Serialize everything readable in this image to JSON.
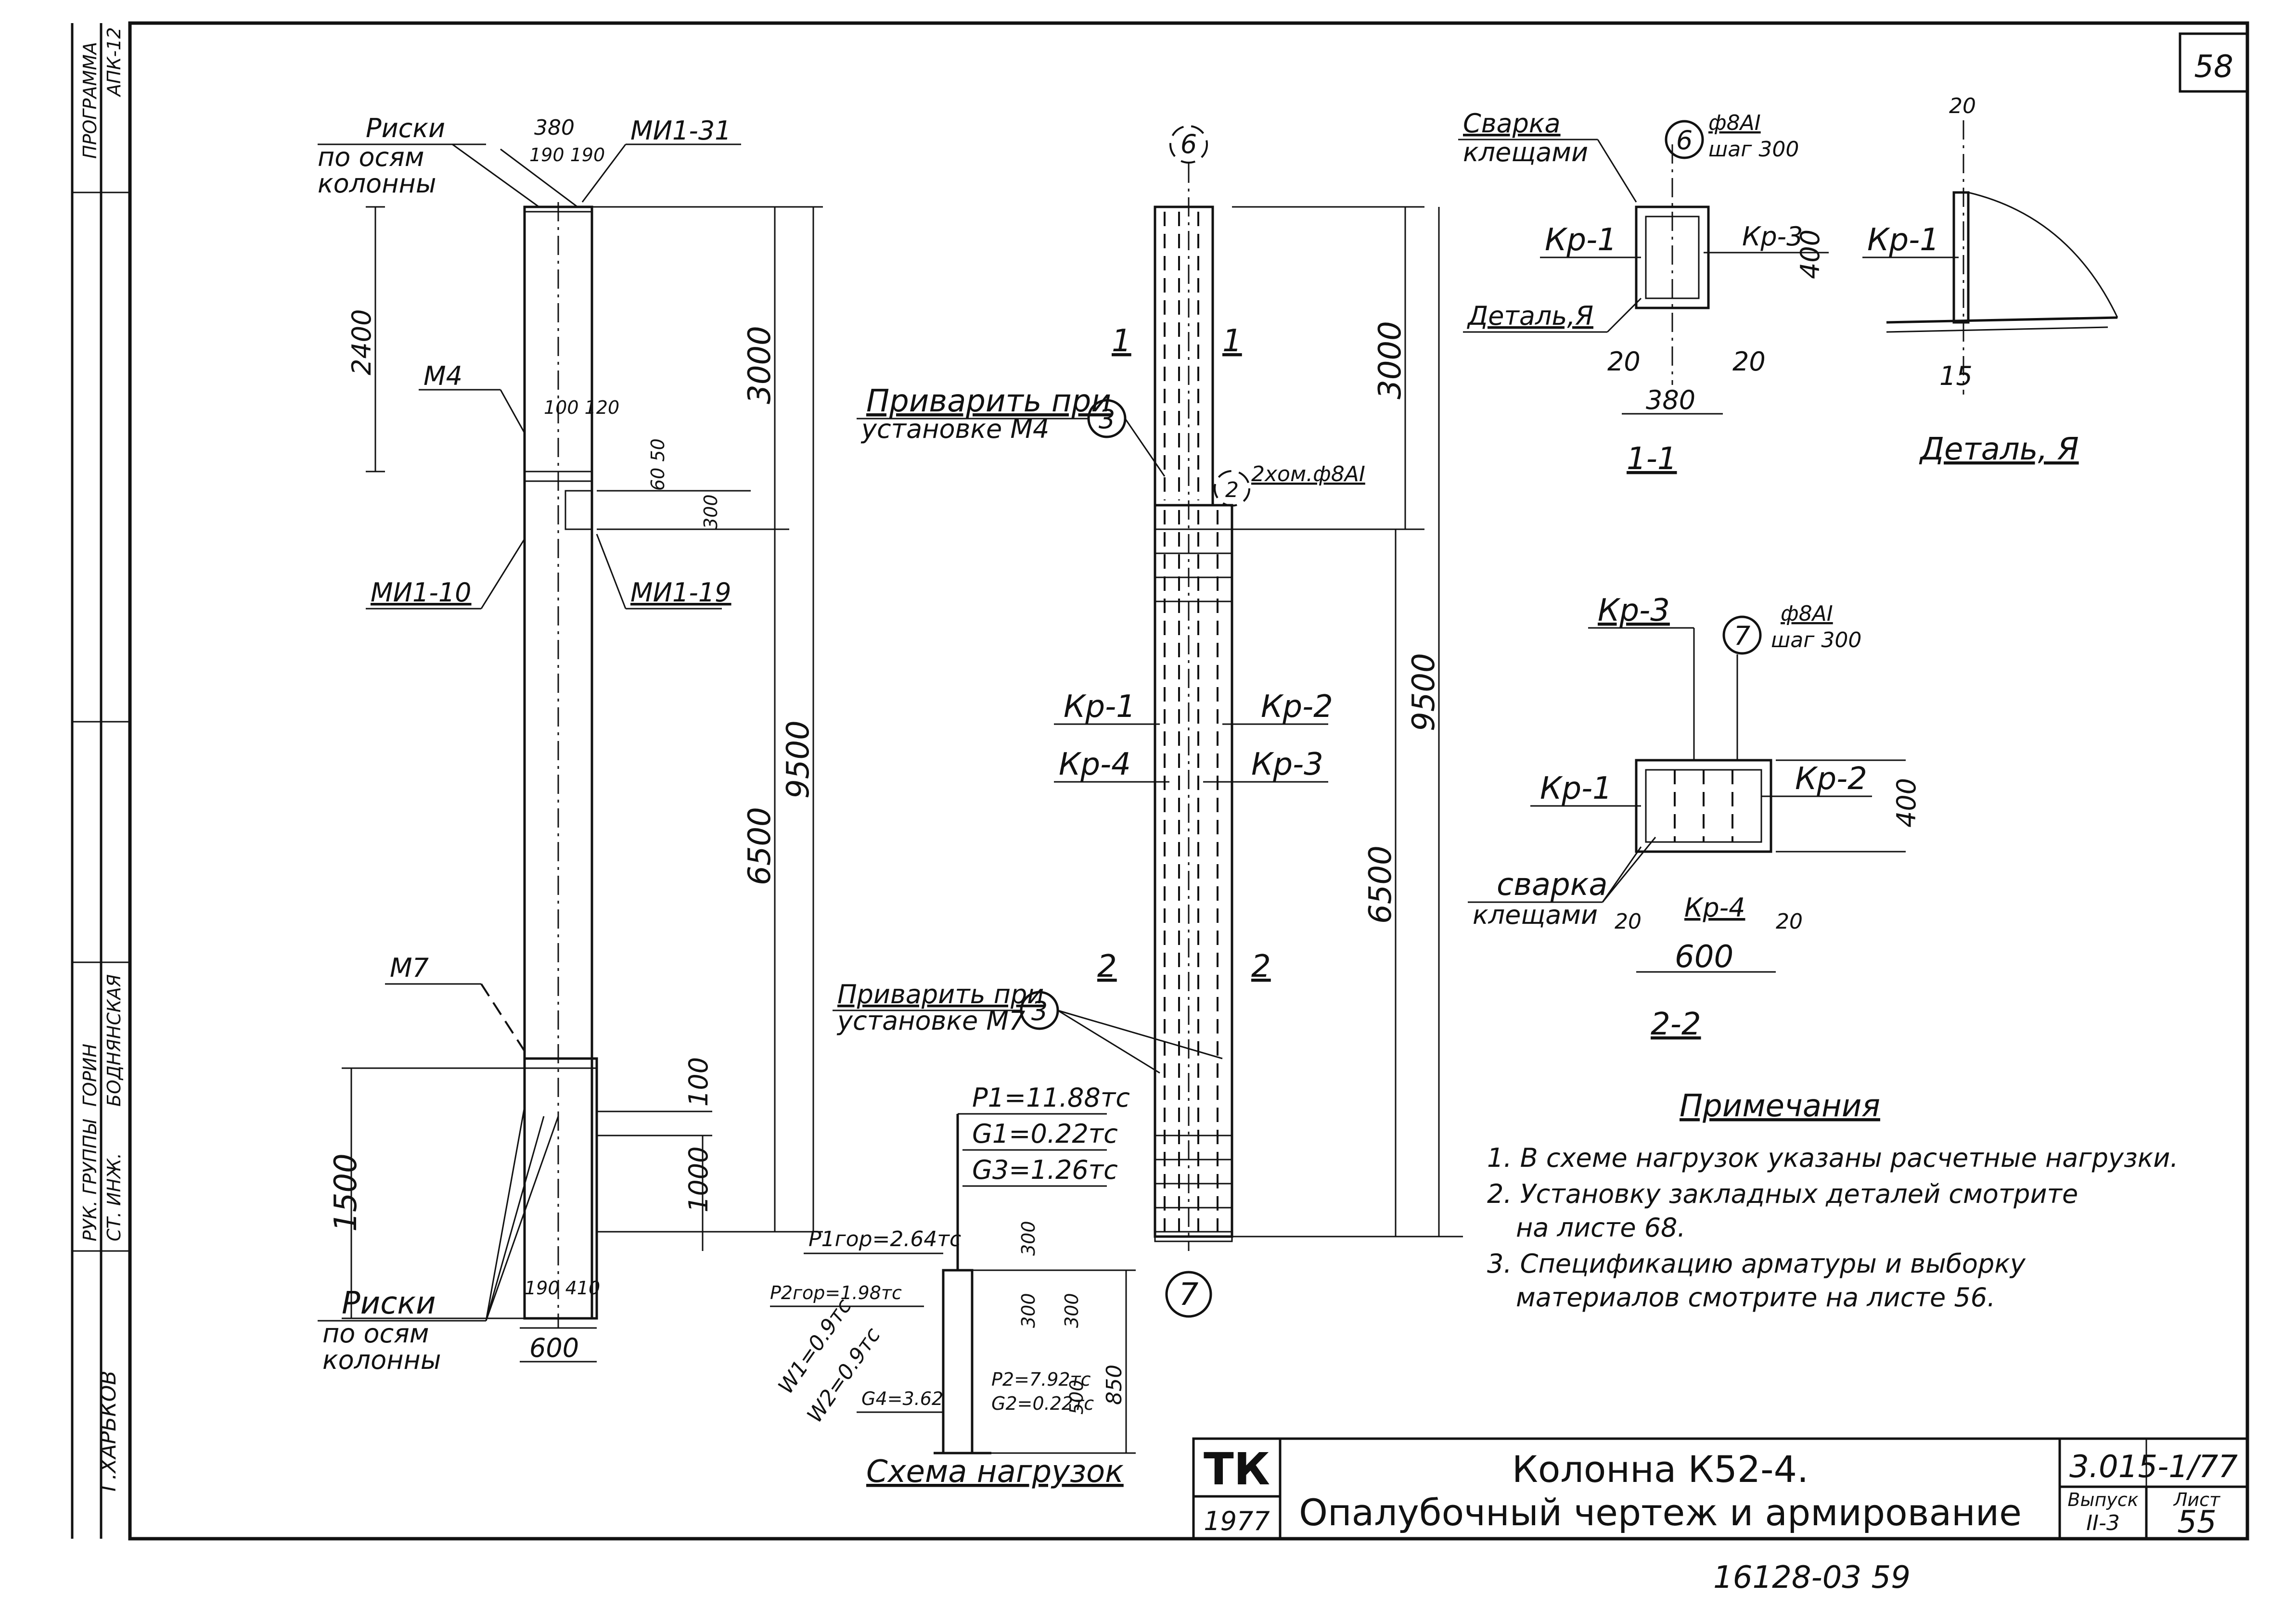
{
  "sheet_number": "58",
  "side_strip": {
    "program": "ПРОГРАММА",
    "program_code": "АПК-12",
    "group_head_label": "РУК. ГРУППЫ",
    "group_head_name": "ГОРИН",
    "chief_eng_label": "СТ. ИНЖ.",
    "chief_eng_name": "БОДНЯНСКАЯ",
    "drafter": "Г.ХАРЬКОВ"
  },
  "formwork": {
    "risk_top": [
      "Риски",
      "по осям",
      "колонны"
    ],
    "dim_380": "380",
    "dim_190_190": "190 190",
    "mi1_31": "МИ1-31",
    "dim_2400": "2400",
    "m4": "М4",
    "dim_100_120": "100 120",
    "dim_60_50": "60 50",
    "dim_300": "300",
    "mi1_10": "МИ1-10",
    "mi1_19": "МИ1-19",
    "dim_3000": "3000",
    "dim_9500": "9500",
    "dim_6500": "6500",
    "m7": "М7",
    "dim_1500": "1500",
    "dim_100": "100",
    "dim_1000": "1000",
    "risk_bottom": [
      "Риски",
      "по осям",
      "колонны"
    ],
    "dim_190_410": "190 410",
    "dim_600": "600"
  },
  "reinforcement": {
    "axis": "6",
    "sec1": "1",
    "weld_m4": [
      "Приварить при",
      "установке М4"
    ],
    "mark3": "3",
    "mark2": "2",
    "clamps": "2хом.ф8АI",
    "kr1": "Кр-1",
    "kr2": "Кр-2",
    "kr4": "Кр-4",
    "kr3": "Кр-3",
    "sec2": "2",
    "weld_m7": [
      "Приварить при",
      "установке М7"
    ],
    "mark7": "7",
    "dim_3000": "3000",
    "dim_9500": "9500",
    "dim_6500": "6500"
  },
  "loads": {
    "p1": "P1=11.88тс",
    "g1": "G1=0.22тс",
    "g3": "G3=1.26тс",
    "p1gor": "P1гор=2.64тс",
    "p2gor": "P2гор=1.98тс",
    "w1": "W1=0.9тс",
    "w2": "W2=0.9тс",
    "g4": "G4=3.62",
    "p2": "P2=7.92тс",
    "g2": "G2=0.22тс",
    "dims": [
      "300",
      "300",
      "300",
      "500",
      "850"
    ],
    "title": "Схема нагрузок"
  },
  "section11": {
    "weld": [
      "Сварка",
      "клещами"
    ],
    "mark": "6",
    "bar": "ф8АI",
    "step": "шаг 300",
    "kr1": "Кр-1",
    "kr3": "Кр-3",
    "dim_400": "400",
    "detail": "Деталь,Я",
    "dim_20a": "20",
    "dim_20b": "20",
    "dim_380": "380",
    "title": "1-1"
  },
  "detail_ya": {
    "kr1": "Кр-1",
    "dim_20": "20",
    "dim_15": "15",
    "title": "Деталь, Я"
  },
  "section22": {
    "kr3": "Кр-3",
    "mark": "7",
    "bar": "ф8АI",
    "step": "шаг 300",
    "kr1": "Кр-1",
    "kr2": "Кр-2",
    "dim_400": "400",
    "weld": [
      "сварка",
      "клещами"
    ],
    "dim_20a": "20",
    "kr4": "Кр-4",
    "dim_20b": "20",
    "dim_600": "600",
    "title": "2-2"
  },
  "notes": {
    "heading": "Примечания",
    "items": [
      "1. В схеме нагрузок указаны расчетные нагрузки.",
      "2. Установку закладных деталей смотрите",
      "на листе 68.",
      "3. Спецификацию арматуры и выборку",
      "материалов смотрите на листе 56."
    ]
  },
  "title_block": {
    "logo": "ТК",
    "year": "1977",
    "title1": "Колонна К52-4.",
    "title2": "Опалубочный чертеж и армирование",
    "code": "3.015-1/77",
    "issue_label": "Выпуск",
    "issue": "II-3",
    "sheet_label": "Лист",
    "sheet": "55"
  },
  "footer": "16128-03  59"
}
